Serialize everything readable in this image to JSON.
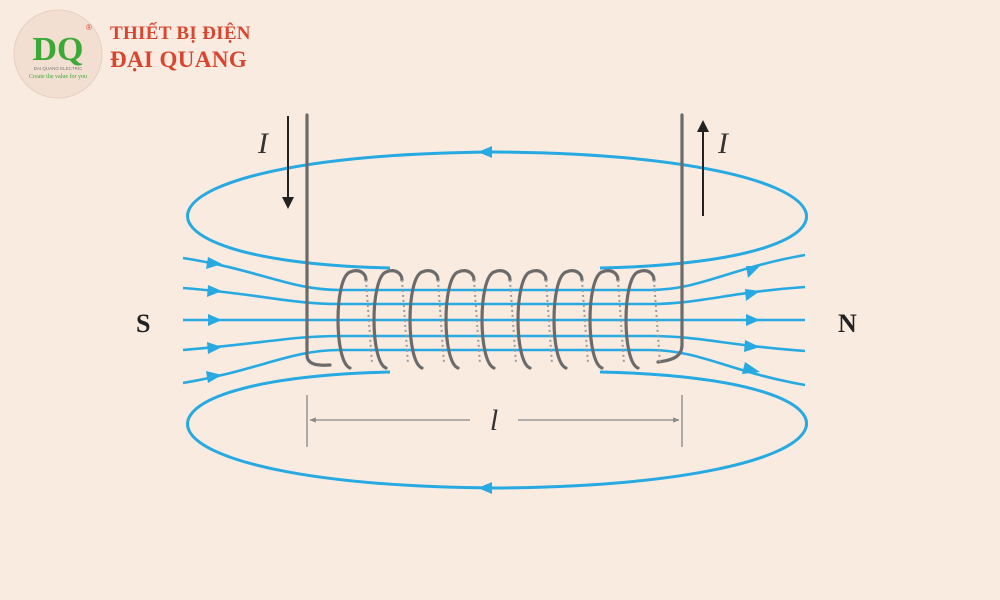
{
  "logo": {
    "mark": "DQ",
    "registered": "®",
    "small_text": "DAI QUANG ELECTRIC",
    "tagline": "Create the value for you"
  },
  "brand": {
    "line1": "THIẾT BỊ ĐIỆN",
    "line2": "ĐẠI QUANG"
  },
  "diagram": {
    "pole_left": "S",
    "pole_right": "N",
    "current_left": "I",
    "current_right": "I",
    "length_label": "l"
  },
  "colors": {
    "background": "#f9ebe0",
    "field_lines": "#27a9e1",
    "coil": "#6b6b6b",
    "brand_red": "#d9452f",
    "logo_green": "#3aa935"
  }
}
